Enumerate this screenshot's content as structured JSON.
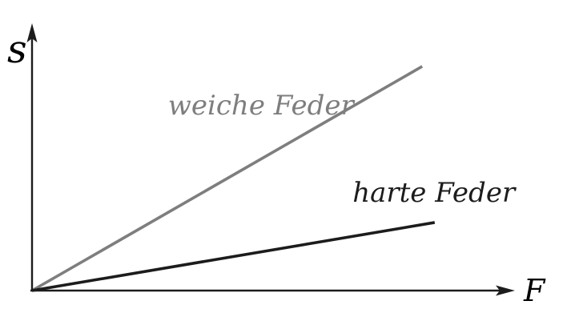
{
  "colors": {
    "background": "#ffffff",
    "axis": "#1c1c1c",
    "soft_spring_gray": "#7e7e7e",
    "hard_spring_black": "#1c1c1c"
  },
  "chart_data": {
    "type": "line",
    "title": "",
    "xlabel": "F",
    "ylabel": "s",
    "x_range": [
      0,
      10
    ],
    "y_range": [
      0,
      10
    ],
    "grid": false,
    "ticks": "none",
    "axis_style": "arrow-tipped, unlabeled qualitative axes",
    "legend_position": "none (inline annotations)",
    "series": [
      {
        "name": "weiche Feder",
        "color": "#7e7e7e",
        "x": [
          0,
          8.12
        ],
        "y": [
          0,
          8.46
        ]
      },
      {
        "name": "harte Feder",
        "color": "#1c1c1c",
        "x": [
          0,
          8.38
        ],
        "y": [
          0,
          2.57
        ]
      }
    ],
    "annotations": [
      {
        "text": "weiche Feder",
        "x": 2.83,
        "y": 6.65,
        "color": "#7e7e7e",
        "anchor": "start"
      },
      {
        "text": "harte Feder",
        "x": 6.67,
        "y": 3.35,
        "color": "#1c1c1c",
        "anchor": "start"
      }
    ]
  }
}
